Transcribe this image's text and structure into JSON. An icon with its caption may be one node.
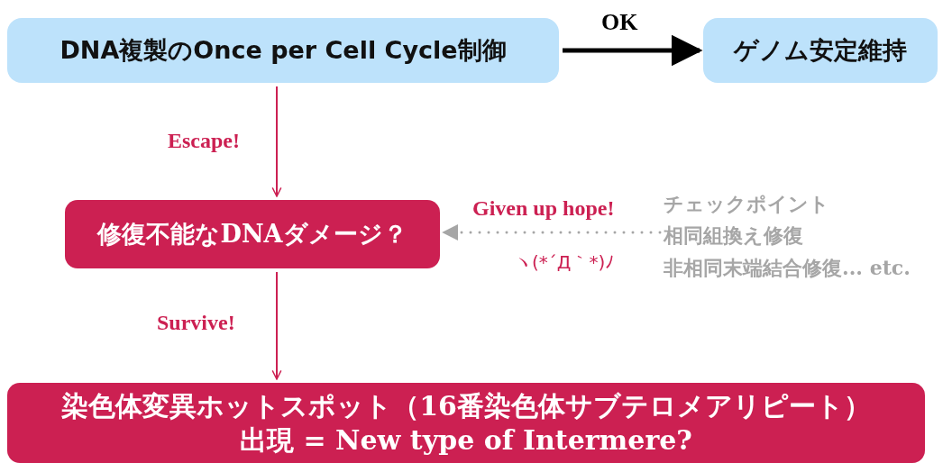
{
  "diagram": {
    "nodes": [
      {
        "text": [
          "DNA複製のOnce per Cell Cycle制御"
        ]
      },
      {
        "text": [
          "ゲノム安定維持"
        ]
      },
      {
        "text": [
          "修復不能なDNAダメージ？"
        ]
      },
      {
        "text": [
          "チェックポイント",
          "相同組換え修復",
          "非相同末端結合修復... etc."
        ]
      },
      {
        "text": [
          "染色体変異ホットスポット（16番染色体サブテロメアリピート）出現 = New type of Intermere?"
        ]
      }
    ],
    "edges": [
      {
        "from": 0,
        "to": 1,
        "arrow": "to",
        "label": "OK",
        "style": "thick",
        "color": "#000000"
      },
      {
        "from": 0,
        "to": 2,
        "arrow": "to",
        "label": "Escape!"
      },
      {
        "from": 3,
        "to": 2,
        "arrow": "to",
        "label": "Given up hope!",
        "style": "dashed",
        "color": "#a6a6a6"
      },
      {
        "from": 2,
        "to": 4,
        "arrow": "to",
        "label": "Survive!"
      }
    ],
    "labels": [
      "ヽ(*´Д｀*)ﾉ"
    ]
  }
}
